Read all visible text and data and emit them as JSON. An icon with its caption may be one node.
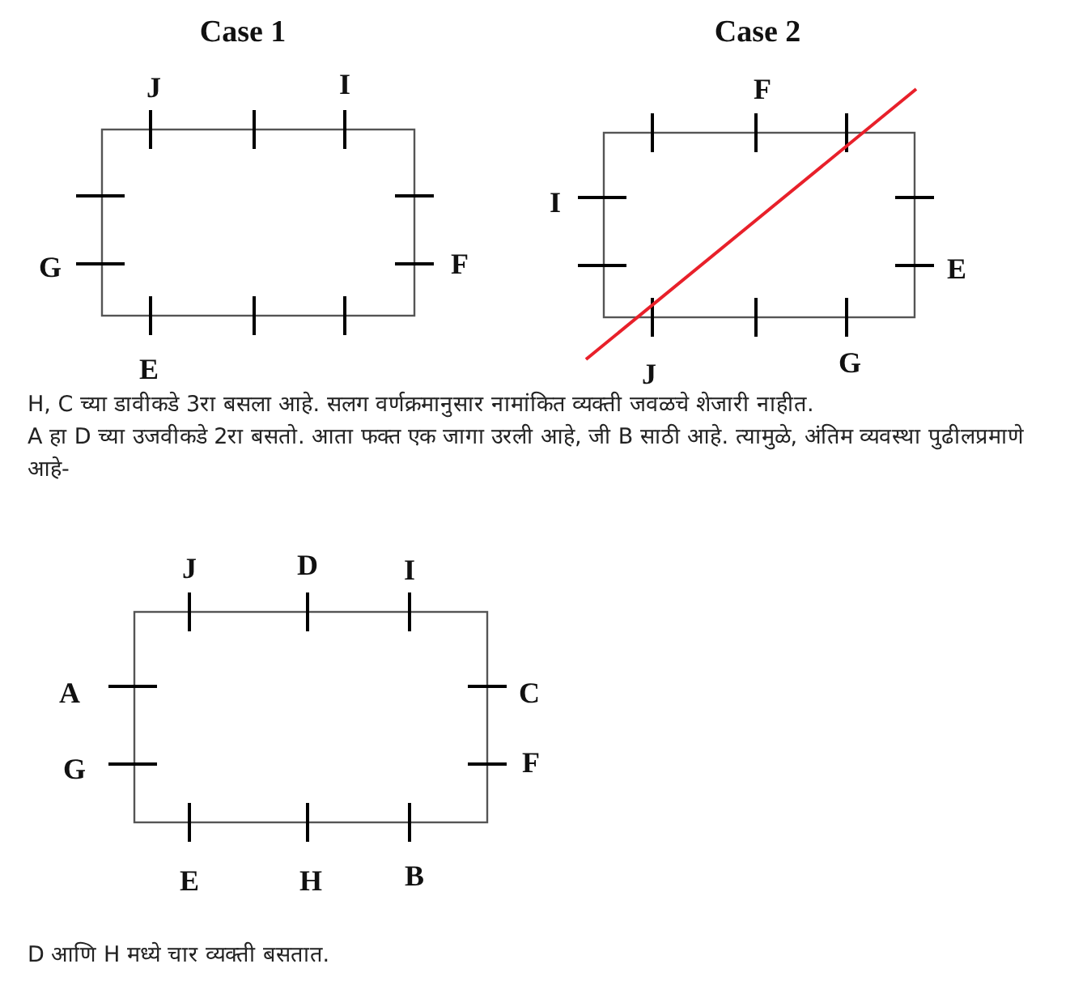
{
  "diagram": {
    "labels": [
      "Case 1",
      "Case 2",
      "J",
      "I",
      "F",
      "I",
      "G",
      "F",
      "E",
      "E",
      "J",
      "G",
      "H, C च्या डावीकडे 3रा बसला आहे. सलग वर्णक्रमानुसार नामांकित व्यक्ती जवळचे शेजारी नाहीत.",
      "A हा D च्या उजवीकडे 2रा बसतो. आता फक्त एक जागा उरली आहे, जी B साठी आहे. त्यामुळे, अंतिम व्यवस्था पुढीलप्रमाणे आहे-",
      "J",
      "D",
      "I",
      "A",
      "C",
      "G",
      "F",
      "E",
      "H",
      "B",
      "D आणि H मध्ये चार व्यक्ती बसतात."
    ]
  }
}
